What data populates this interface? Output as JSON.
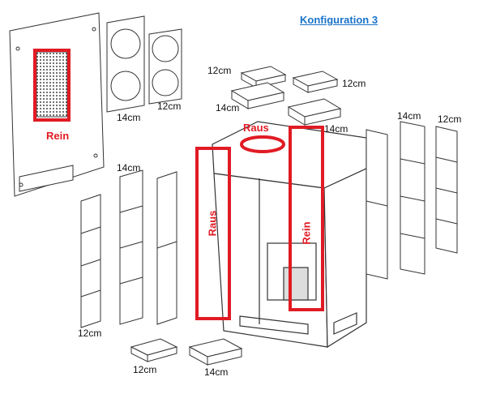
{
  "title": "Konfiguration 3",
  "labels": {
    "rein": "Rein",
    "raus": "Raus",
    "size_12": "12cm",
    "size_14": "14cm"
  },
  "colors": {
    "airflow_box": "#e01b24",
    "title_link": "#1a73c9",
    "line_art": "#333333"
  }
}
